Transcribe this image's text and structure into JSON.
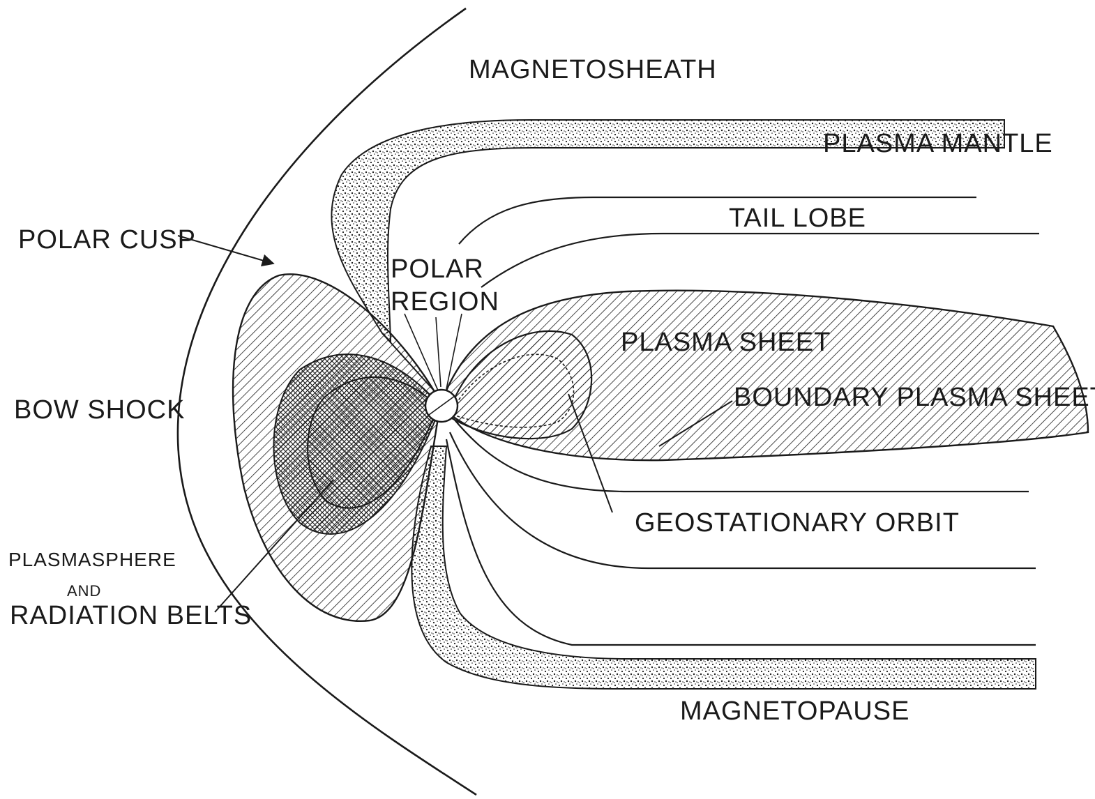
{
  "labels": {
    "magnetosheath": "MAGNETOSHEATH",
    "plasma_mantle": "PLASMA MANTLE",
    "tail_lobe": "TAIL LOBE",
    "polar_cusp": "POLAR CUSP",
    "polar_region_line1": "POLAR",
    "polar_region_line2": "REGION",
    "plasma_sheet": "PLASMA SHEET",
    "boundary_plasma_sheet": "BOUNDARY PLASMA SHEET",
    "bow_shock": "BOW SHOCK",
    "geostationary_orbit": "GEOSTATIONARY ORBIT",
    "plasmasphere_line1": "PLASMASPHERE",
    "plasmasphere_line2": "AND",
    "plasmasphere_line3": "RADIATION BELTS",
    "magnetopause": "MAGNETOPAUSE"
  },
  "colors": {
    "ink": "#1a1a1a",
    "paper": "#ffffff"
  }
}
